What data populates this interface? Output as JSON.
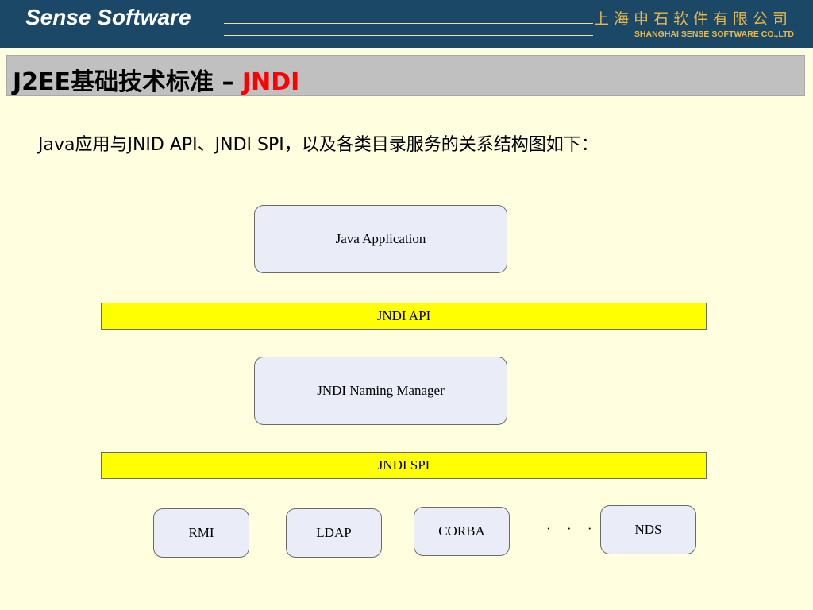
{
  "header": {
    "brand": "Sense Software",
    "company_cn": "上海申石软件有限公司",
    "company_en": "SHANGHAI SENSE SOFTWARE CO.,LTD"
  },
  "slide": {
    "title_prefix": "J2EE基础技术标准 – ",
    "title_accent": "JNDI",
    "intro": "Java应用与JNID API、JNDI SPI，以及各类目录服务的关系结构图如下："
  },
  "diagram": {
    "java_application": "Java Application",
    "jndi_api": "JNDI API",
    "naming_manager": "JNDI Naming Manager",
    "jndi_spi": "JNDI SPI",
    "services": [
      "RMI",
      "LDAP",
      "CORBA",
      "NDS"
    ],
    "ellipsis": "· · ·"
  },
  "colors": {
    "header_bg": "#1c4868",
    "company_text": "#e8b84a",
    "title_accent": "#ff0000",
    "band_fill": "#ffff00",
    "box_fill": "#eaedf8",
    "page_bg": "#ffffe0"
  }
}
